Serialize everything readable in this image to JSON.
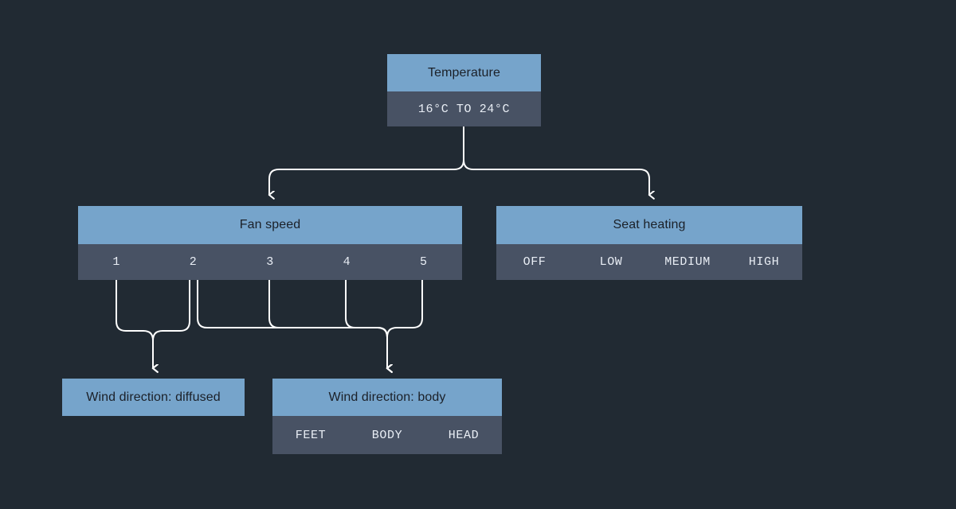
{
  "theme": {
    "background": "#212a33",
    "header_fill": "#76a4cb",
    "header_text": "#1b2028",
    "value_fill": "#485264",
    "value_text": "#e9eef5",
    "wire_color": "#ffffff"
  },
  "diagram": {
    "type": "state-flow-diagram",
    "nodes": [
      {
        "id": "temperature",
        "title": "Temperature",
        "values": [
          "16°C TO 24°C"
        ]
      },
      {
        "id": "fan-speed",
        "title": "Fan speed",
        "values": [
          "1",
          "2",
          "3",
          "4",
          "5"
        ]
      },
      {
        "id": "seat-heating",
        "title": "Seat heating",
        "values": [
          "OFF",
          "LOW",
          "MEDIUM",
          "HIGH"
        ]
      },
      {
        "id": "wind-diffused",
        "title": "Wind direction: diffused",
        "values": []
      },
      {
        "id": "wind-body",
        "title": "Wind direction: body",
        "values": [
          "FEET",
          "BODY",
          "HEAD"
        ]
      }
    ],
    "edges": [
      {
        "from": "temperature",
        "to": "fan-speed"
      },
      {
        "from": "temperature",
        "to": "seat-heating"
      },
      {
        "from": "fan-speed.1",
        "to": "wind-diffused"
      },
      {
        "from": "fan-speed.2",
        "to": "wind-diffused"
      },
      {
        "from": "fan-speed.2",
        "to": "wind-body"
      },
      {
        "from": "fan-speed.3",
        "to": "wind-body"
      },
      {
        "from": "fan-speed.4",
        "to": "wind-body"
      },
      {
        "from": "fan-speed.5",
        "to": "wind-body"
      }
    ]
  }
}
